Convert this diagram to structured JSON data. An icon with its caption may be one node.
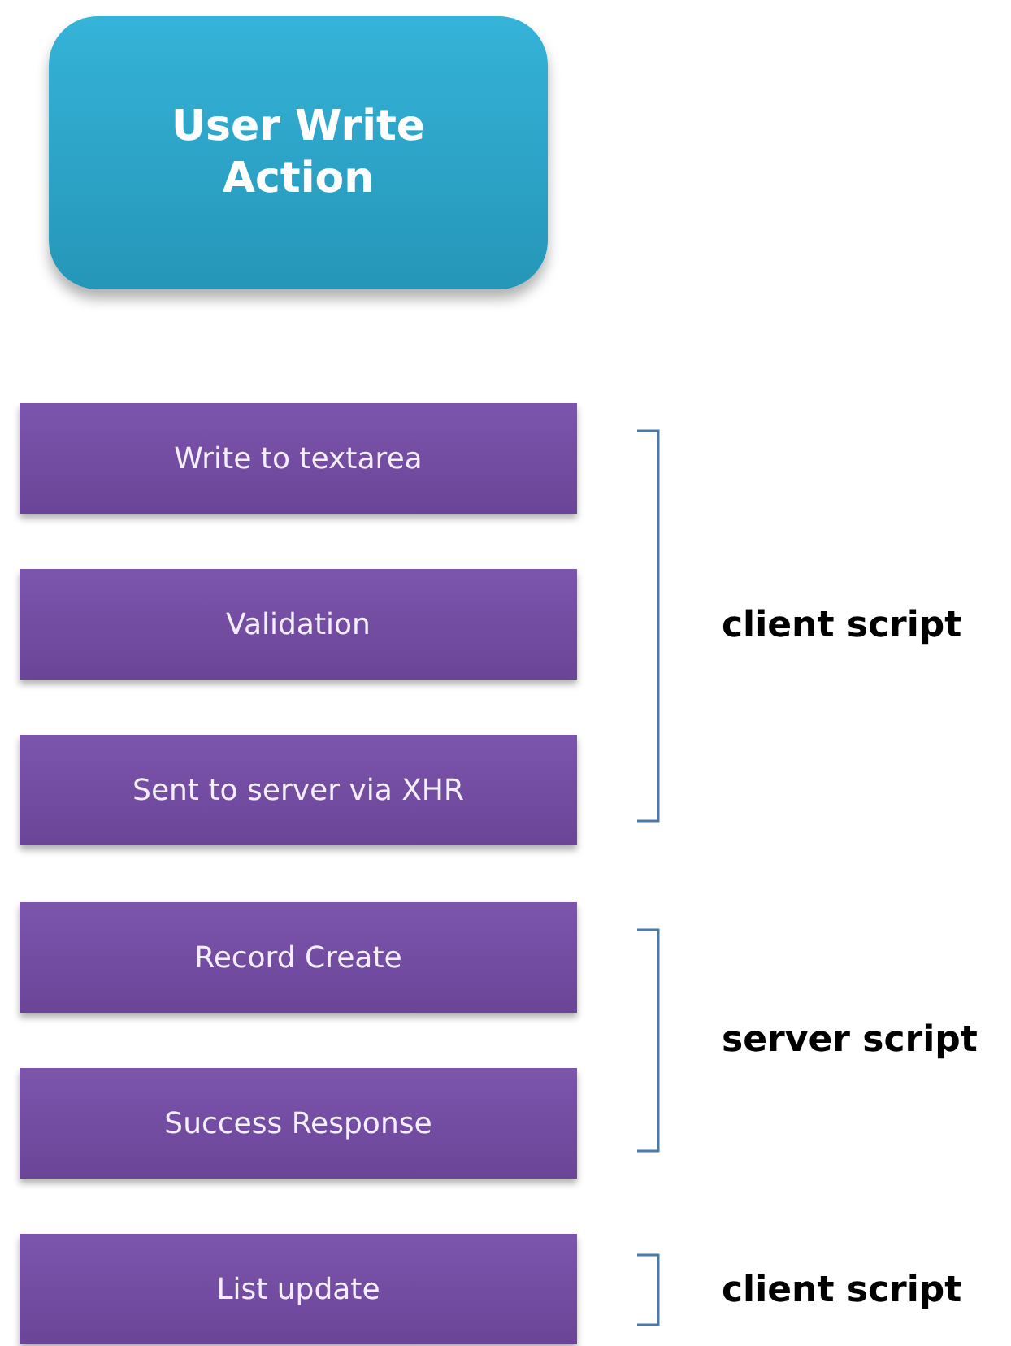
{
  "diagram": {
    "nodes": [
      {
        "text": [
          "User Write Action"
        ]
      },
      {
        "text": [
          "Write to textarea"
        ]
      },
      {
        "text": [
          "Validation"
        ]
      },
      {
        "text": [
          "Sent to server via XHR"
        ]
      },
      {
        "text": [
          "Record Create"
        ]
      },
      {
        "text": [
          "Success Response"
        ]
      },
      {
        "text": [
          "List update"
        ]
      }
    ],
    "labels": [
      "client script",
      "server script",
      "client script"
    ]
  }
}
